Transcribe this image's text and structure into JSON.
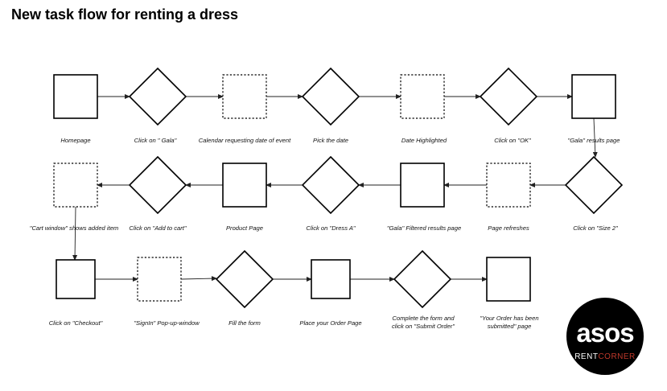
{
  "title": "New task flow for renting a dress",
  "steps": [
    {
      "label": [
        "Homepage"
      ],
      "shape": "square"
    },
    {
      "label": [
        "Click on \" Gala\""
      ],
      "shape": "diamond"
    },
    {
      "label": [
        "Calendar requesting date of event"
      ],
      "shape": "dashed-square"
    },
    {
      "label": [
        "Pick the date"
      ],
      "shape": "diamond"
    },
    {
      "label": [
        "Date Highlighted"
      ],
      "shape": "dashed-square"
    },
    {
      "label": [
        "Click on  \"OK\""
      ],
      "shape": "diamond"
    },
    {
      "label": [
        "\"Gala\" results page"
      ],
      "shape": "square"
    },
    {
      "label": [
        "Click on \"Size 2\""
      ],
      "shape": "diamond"
    },
    {
      "label": [
        "Page refreshes"
      ],
      "shape": "dashed-square"
    },
    {
      "label": [
        "\"Gala\" Filtered results page"
      ],
      "shape": "square"
    },
    {
      "label": [
        "Click on \"Dress A\""
      ],
      "shape": "diamond"
    },
    {
      "label": [
        "Product Page"
      ],
      "shape": "square"
    },
    {
      "label": [
        "Click on \"Add to cart\""
      ],
      "shape": "diamond"
    },
    {
      "label": [
        "\"Cart window\" shows added item"
      ],
      "shape": "dashed-square"
    },
    {
      "label": [
        "Click on \"Checkout\""
      ],
      "shape": "square"
    },
    {
      "label": [
        "\"SignIn\" Pop-up-window"
      ],
      "shape": "dashed-square"
    },
    {
      "label": [
        "Fill the form"
      ],
      "shape": "diamond"
    },
    {
      "label": [
        "Place your Order Page"
      ],
      "shape": "square"
    },
    {
      "label": [
        "Complete the form and",
        "click on \"Submit Order\""
      ],
      "shape": "diamond"
    },
    {
      "label": [
        "\"Your Order has been",
        "submitted\" page"
      ],
      "shape": "square"
    }
  ],
  "logo": {
    "wordmark": "asos",
    "sub_left": "RENT",
    "sub_right": "CORNER",
    "bg_color": "#000000",
    "text_color": "#ffffff",
    "accent_color": "#c0392b"
  }
}
